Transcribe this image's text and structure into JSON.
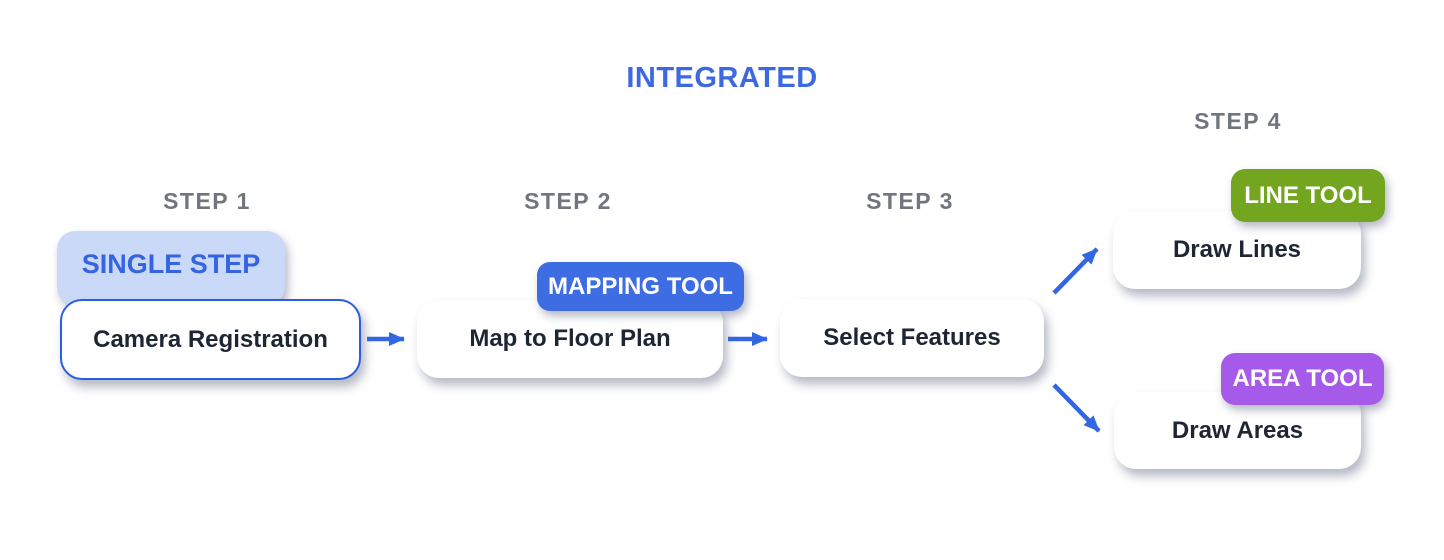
{
  "title": "INTEGRATED",
  "step_labels": {
    "step1": "STEP 1",
    "step2": "STEP 2",
    "step3": "STEP 3",
    "step4": "STEP 4"
  },
  "nodes": {
    "camera": {
      "badge": "SINGLE STEP",
      "label": "Camera Registration"
    },
    "map": {
      "badge": "MAPPING TOOL",
      "label": "Map to Floor Plan"
    },
    "select": {
      "label": "Select Features"
    },
    "draw_lines": {
      "badge": "LINE TOOL",
      "label": "Draw Lines"
    },
    "draw_areas": {
      "badge": "AREA TOOL",
      "label": "Draw Areas"
    }
  },
  "colors": {
    "accent_blue": "#3c69e1",
    "light_blue_badge": "#cbd9f9",
    "blue_badge": "#3e6ce2",
    "green_badge": "#73a51f",
    "purple_badge": "#a55ae9",
    "step_gray": "#70757e",
    "box_text": "#1e2633",
    "arrow_blue": "#3366e3",
    "box_border_blue": "#2b5edc"
  }
}
